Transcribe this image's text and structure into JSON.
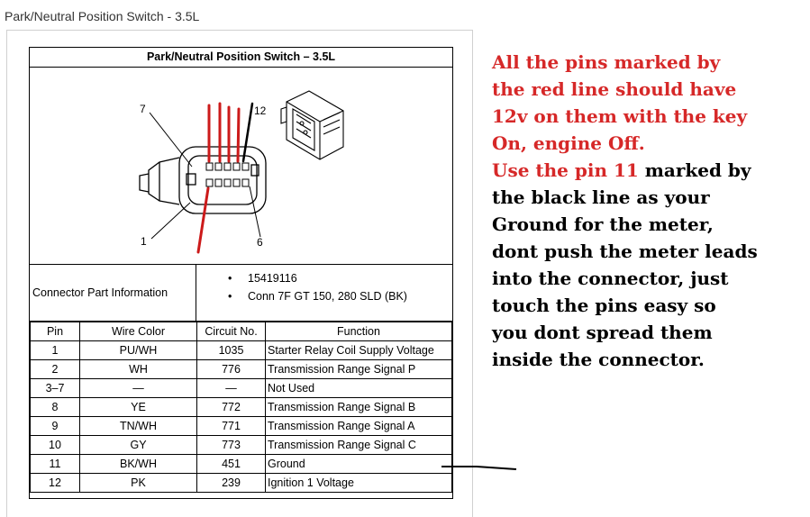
{
  "page": {
    "title": "Park/Neutral Position Switch - 3.5L"
  },
  "document": {
    "title": "Park/Neutral Position Switch – 3.5L",
    "diagram": {
      "pin_labels": [
        "7",
        "12",
        "1",
        "6"
      ]
    },
    "connector_info": {
      "label": "Connector Part Information",
      "items": [
        "15419116",
        "Conn 7F GT 150, 280 SLD (BK)"
      ]
    },
    "table": {
      "headers": [
        "Pin",
        "Wire Color",
        "Circuit No.",
        "Function"
      ],
      "rows": [
        [
          "1",
          "PU/WH",
          "1035",
          "Starter Relay Coil Supply Voltage"
        ],
        [
          "2",
          "WH",
          "776",
          "Transmission Range Signal P"
        ],
        [
          "3–7",
          "—",
          "—",
          "Not Used"
        ],
        [
          "8",
          "YE",
          "772",
          "Transmission Range Signal B"
        ],
        [
          "9",
          "TN/WH",
          "771",
          "Transmission Range Signal A"
        ],
        [
          "10",
          "GY",
          "773",
          "Transmission Range Signal C"
        ],
        [
          "11",
          "BK/WH",
          "451",
          "Ground"
        ],
        [
          "12",
          "PK",
          "239",
          "Ignition 1 Voltage"
        ]
      ]
    }
  },
  "annotation": {
    "red_lines": [
      "All the pins marked by",
      "the red line should have",
      "12v on them with the key",
      "On, engine Off."
    ],
    "red_prefix": "Use the pin 11",
    "black_suffix": " marked by",
    "black_lines": [
      "the black line as your",
      "Ground for the meter,",
      "dont push the meter leads",
      "into the connector, just",
      "touch the pins easy so",
      "you dont spread them",
      "inside the connector."
    ],
    "colors": {
      "red": "#d62828",
      "black": "#000000"
    }
  }
}
